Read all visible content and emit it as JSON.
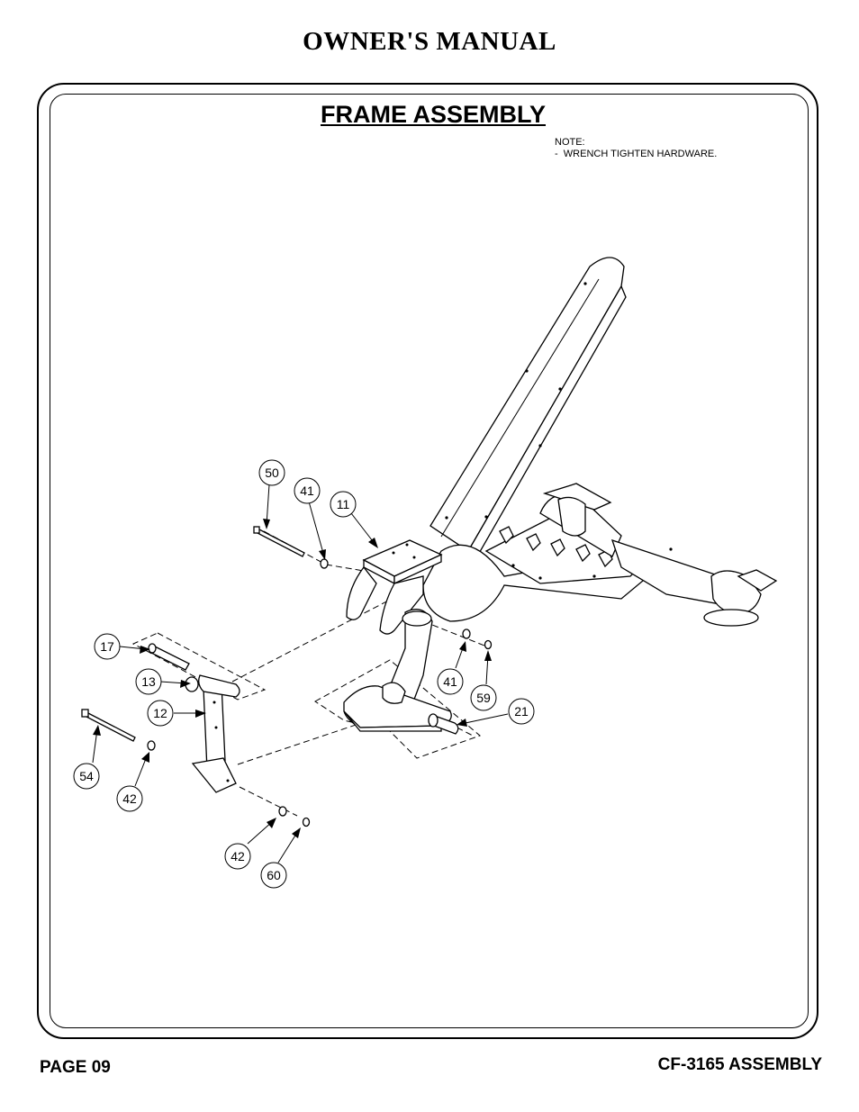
{
  "header": {
    "title": "OWNER'S MANUAL"
  },
  "section": {
    "title": "FRAME ASSEMBLY"
  },
  "note": {
    "heading": "NOTE:",
    "lines": [
      "-  WRENCH TIGHTEN HARDWARE."
    ]
  },
  "callouts": [
    {
      "label": "50"
    },
    {
      "label": "41"
    },
    {
      "label": "11"
    },
    {
      "label": "17"
    },
    {
      "label": "13"
    },
    {
      "label": "12"
    },
    {
      "label": "41"
    },
    {
      "label": "59"
    },
    {
      "label": "21"
    },
    {
      "label": "54"
    },
    {
      "label": "42"
    },
    {
      "label": "42"
    },
    {
      "label": "60"
    }
  ],
  "footer": {
    "page": "PAGE 09",
    "model": "CF-3165 ASSEMBLY"
  }
}
